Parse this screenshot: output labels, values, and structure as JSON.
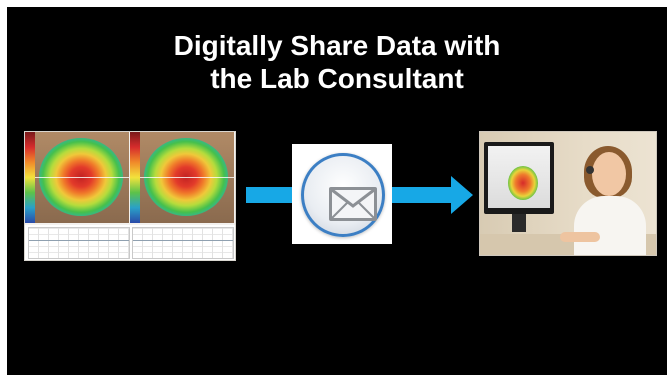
{
  "slide": {
    "title_line1": "Digitally Share Data with",
    "title_line2": "the Lab Consultant"
  },
  "icons": {
    "topography": "corneal-topography-map-icon",
    "arrow": "right-arrow-icon",
    "mail": "envelope-mail-icon",
    "consultant": "lab-consultant-photo"
  },
  "colors": {
    "background": "#000000",
    "title": "#ffffff",
    "arrow": "#17a8e6",
    "mail_ring": "#3c7fc4"
  }
}
